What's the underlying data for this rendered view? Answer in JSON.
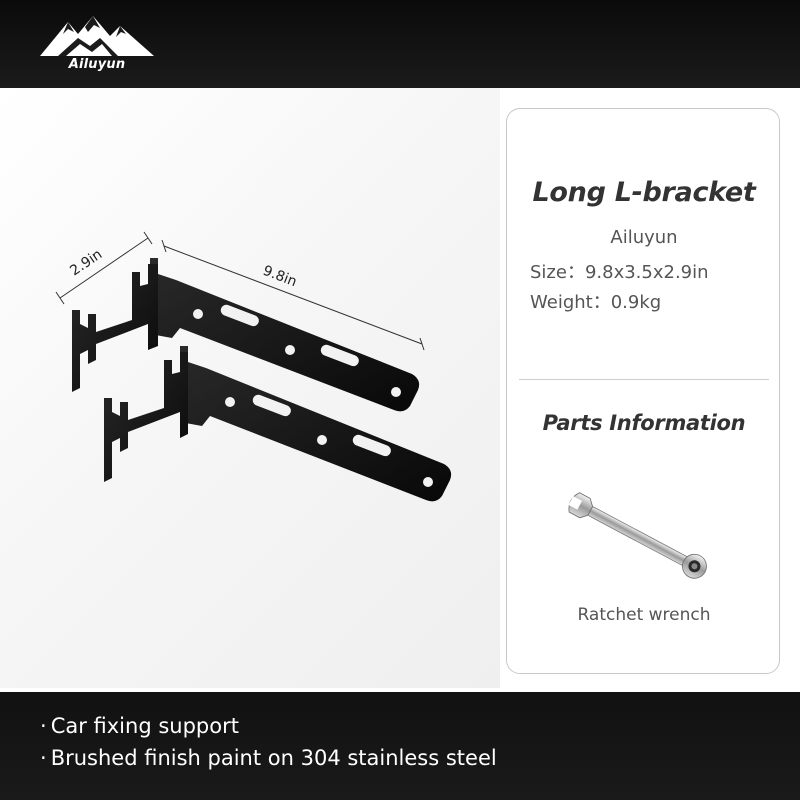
{
  "brand": {
    "logo_text": "Ailuyun",
    "logo_icon": "mountain-logo-icon"
  },
  "product_image": {
    "dimensions": {
      "width_label": "2.9in",
      "length_label": "9.8in"
    }
  },
  "info_card": {
    "title": "Long L-bracket",
    "brand_name": "Ailuyun",
    "size": {
      "label": "Size：",
      "value": "9.8x3.5x2.9in"
    },
    "weight": {
      "label": "Weight：",
      "value": "0.9kg"
    },
    "parts_title": "Parts Information",
    "part": {
      "icon": "ratchet-wrench-icon",
      "label": "Ratchet wrench"
    }
  },
  "features": {
    "bullet": "·",
    "items": [
      "Car fixing support",
      "Brushed finish paint on 304 stainless steel"
    ]
  },
  "colors": {
    "band": "#111111",
    "card_border": "#c9c9c9",
    "text_dark": "#333333",
    "text_muted": "#555555"
  }
}
